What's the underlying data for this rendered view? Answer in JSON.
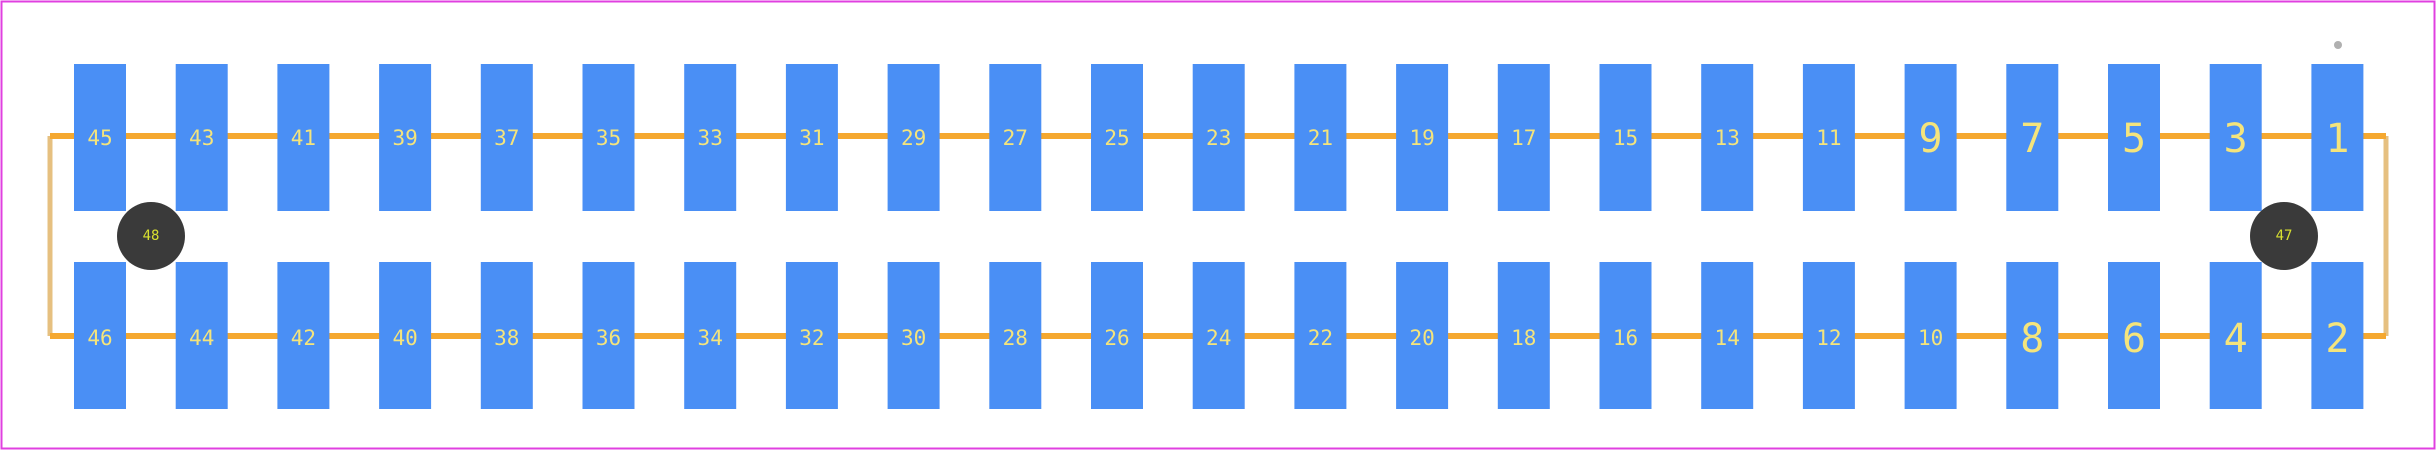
{
  "diagram": {
    "colors": {
      "background": "#ffffff",
      "frame": "#e040e0",
      "pad": "#4a8ff5",
      "trace": "#f5a830",
      "side_trace": "#e6c080",
      "hole": "#3a3a3a",
      "marker": "#b0b0b0"
    },
    "top_pads": [
      "45",
      "43",
      "41",
      "39",
      "37",
      "35",
      "33",
      "31",
      "29",
      "27",
      "25",
      "23",
      "21",
      "19",
      "17",
      "15",
      "13",
      "11",
      "9",
      "7",
      "5",
      "3",
      "1"
    ],
    "bottom_pads": [
      "46",
      "44",
      "42",
      "40",
      "38",
      "36",
      "34",
      "32",
      "30",
      "28",
      "26",
      "24",
      "22",
      "20",
      "18",
      "16",
      "14",
      "12",
      "10",
      "8",
      "6",
      "4",
      "2"
    ],
    "mounting_holes": [
      {
        "label": "48",
        "side": "left"
      },
      {
        "label": "47",
        "side": "right"
      }
    ]
  }
}
